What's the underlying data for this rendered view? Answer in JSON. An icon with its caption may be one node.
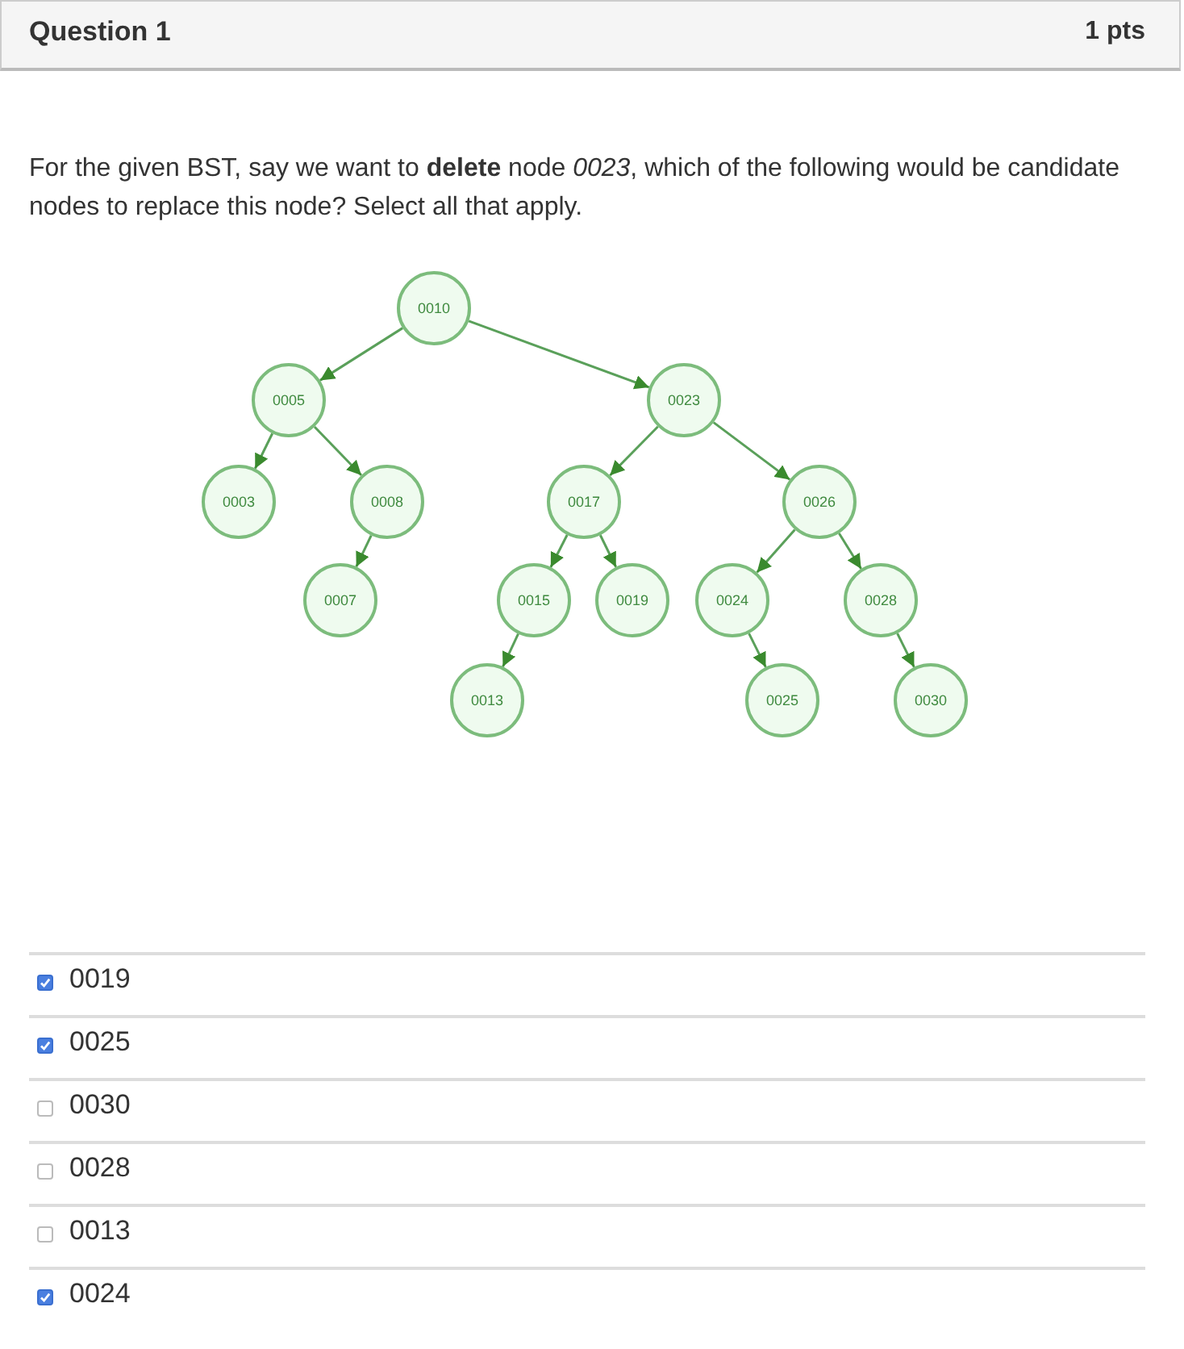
{
  "diagram": {
    "title": "Question 1",
    "nodes": [
      {
        "text": [
          "0010"
        ]
      },
      {
        "text": [
          "0005"
        ]
      },
      {
        "text": [
          "0023"
        ]
      },
      {
        "text": [
          "0003"
        ]
      },
      {
        "text": [
          "0008"
        ]
      },
      {
        "text": [
          "0017"
        ]
      },
      {
        "text": [
          "0026"
        ]
      },
      {
        "text": [
          "0007"
        ]
      },
      {
        "text": [
          "0015"
        ]
      },
      {
        "text": [
          "0019"
        ]
      },
      {
        "text": [
          "0024"
        ]
      },
      {
        "text": [
          "0028"
        ]
      },
      {
        "text": [
          "0013"
        ]
      },
      {
        "text": [
          "0025"
        ]
      },
      {
        "text": [
          "0030"
        ]
      }
    ],
    "edges": [
      {
        "from": 0,
        "to": 1,
        "arrow": "to"
      },
      {
        "from": 0,
        "to": 2,
        "arrow": "to"
      },
      {
        "from": 1,
        "to": 3,
        "arrow": "to"
      },
      {
        "from": 1,
        "to": 4,
        "arrow": "to"
      },
      {
        "from": 2,
        "to": 5,
        "arrow": "to"
      },
      {
        "from": 2,
        "to": 6,
        "arrow": "to"
      },
      {
        "from": 4,
        "to": 7,
        "arrow": "to"
      },
      {
        "from": 5,
        "to": 8,
        "arrow": "to"
      },
      {
        "from": 5,
        "to": 9,
        "arrow": "to"
      },
      {
        "from": 6,
        "to": 10,
        "arrow": "to"
      },
      {
        "from": 6,
        "to": 11,
        "arrow": "to"
      },
      {
        "from": 8,
        "to": 12,
        "arrow": "to"
      },
      {
        "from": 10,
        "to": 13,
        "arrow": "to"
      },
      {
        "from": 11,
        "to": 14,
        "arrow": "to"
      }
    ],
    "labels": [
      "1 pts",
      "For the given BST, say we want to **delete** node *0023*, which of the following would be candidate nodes to replace this node? Select all that apply.",
      "0019",
      "0025",
      "0030",
      "0028",
      "0013",
      "0024"
    ]
  }
}
